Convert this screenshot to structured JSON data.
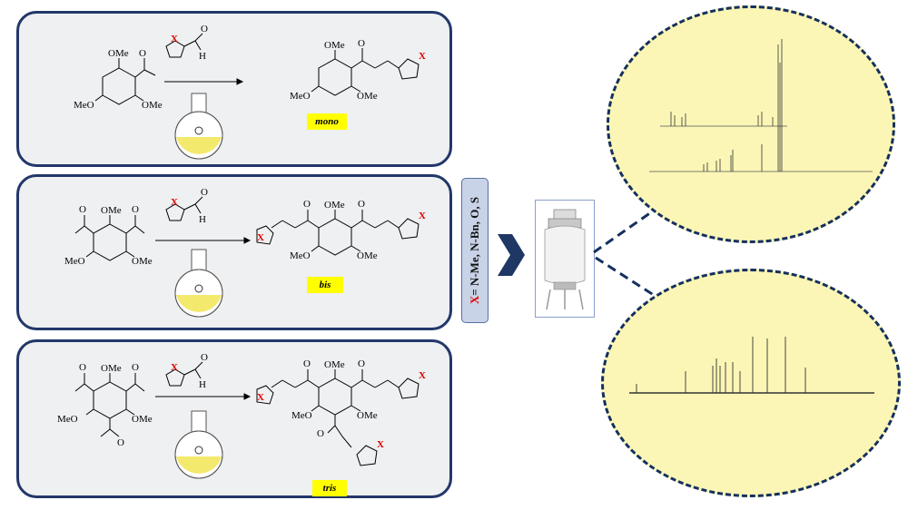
{
  "labels": {
    "mono": "mono",
    "bis": "bis",
    "tris": "tris"
  },
  "substituent": {
    "prefix": "X",
    "rest": "= N-Me, N-Bn, O, S"
  },
  "chem_text": {
    "ome": "OMe",
    "meo": "MeO",
    "o": "O",
    "h": "H",
    "x": "X"
  },
  "colors": {
    "panel_border": "#22376a",
    "panel_fill": "#eef0f1",
    "highlight": "#ffff00",
    "x_color": "#e00000",
    "ellipse_fill": "#fbf6b6",
    "ellipse_border": "#15305e",
    "chevron": "#1f3764"
  }
}
